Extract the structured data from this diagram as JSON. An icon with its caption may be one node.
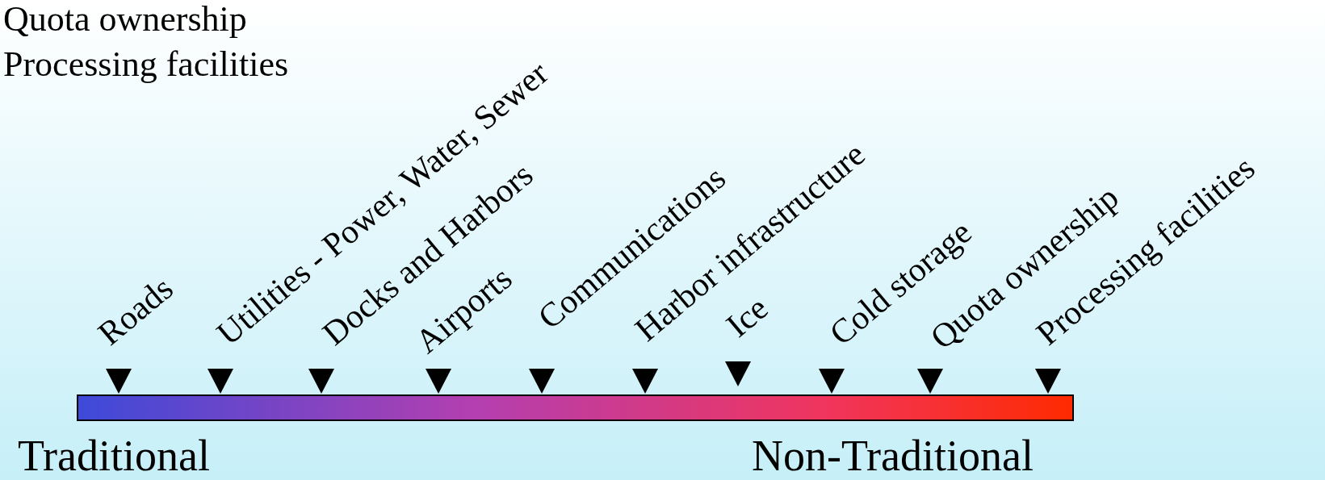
{
  "diagram": {
    "nodes": [
      {
        "text": [],
        "shape": "bar",
        "beside": [
          "Traditional",
          "Non-Traditional"
        ]
      }
    ],
    "labels": [
      "Quota ownership",
      "Processing facilities",
      "Roads",
      "Utilities - Power, Water, Sewer",
      "Docks and Harbors",
      "Airports",
      "Communications",
      "Harbor infrastructure",
      "Ice",
      "Cold storage",
      "Quota ownership",
      "Processing facilities"
    ]
  }
}
